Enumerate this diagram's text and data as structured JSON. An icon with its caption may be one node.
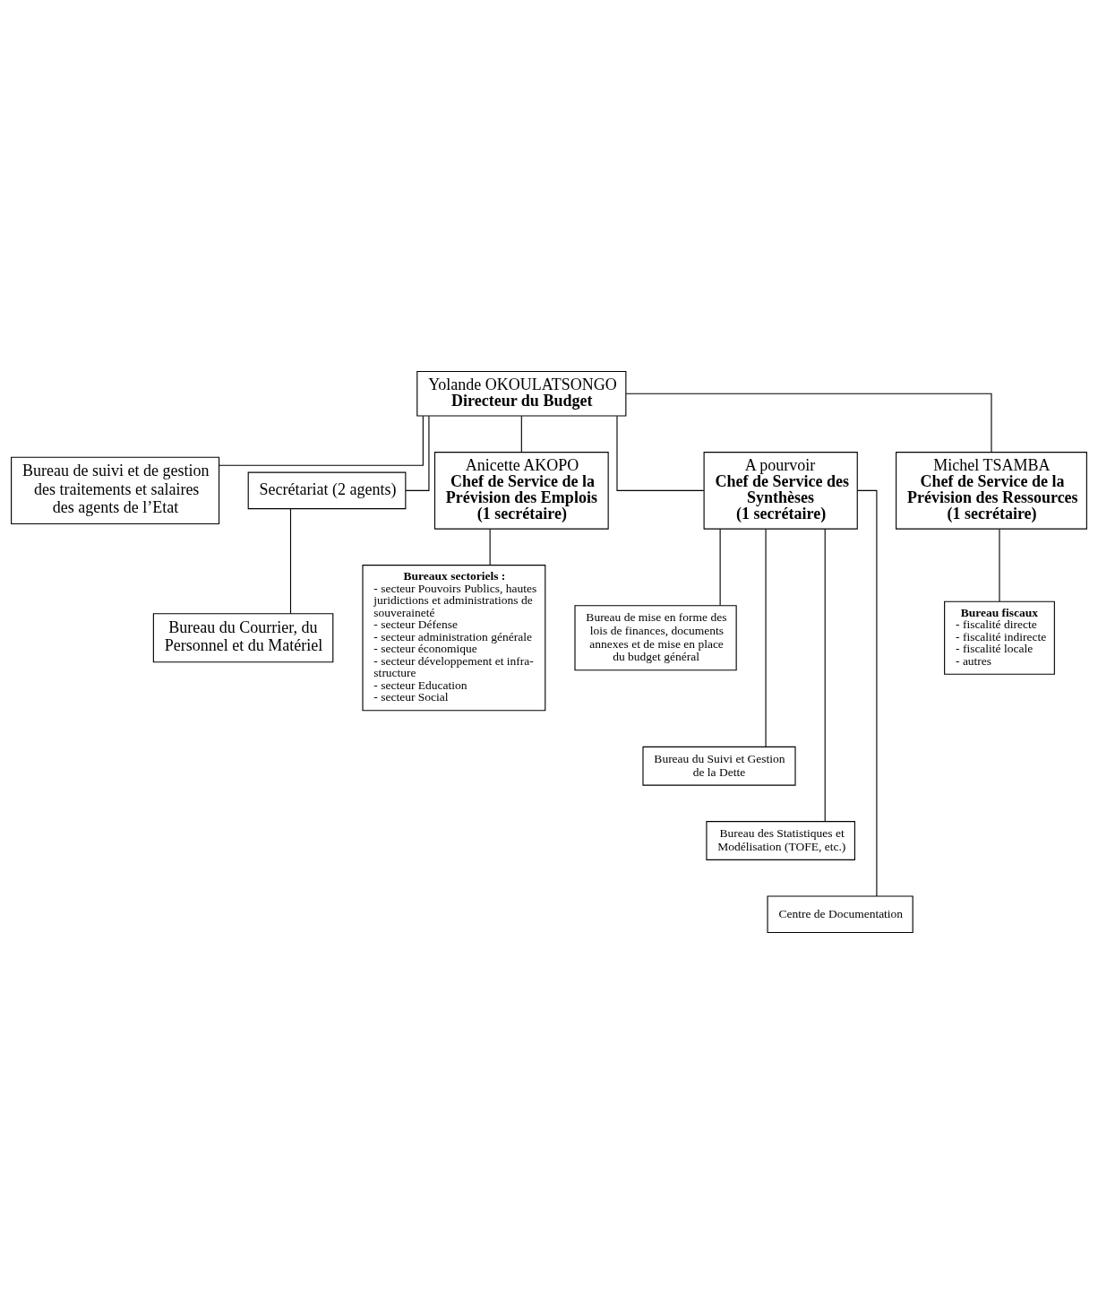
{
  "diagram": {
    "nodes": [
      {
        "text": [
          "Yolande OKOULATSONGO",
          "Directeur du Budget"
        ]
      },
      {
        "text": [
          "Bureau de suivi et de gestion des traitements et salaires des agents de l’Etat"
        ]
      },
      {
        "text": [
          "Secrétariat (2 agents)"
        ]
      },
      {
        "text": [
          "Bureau du Courrier, du Personnel et du Matériel"
        ]
      },
      {
        "text": [
          "Anicette AKOPO",
          "Chef de Service de la Prévision des Emplois",
          "(1 secrétaire)"
        ]
      },
      {
        "text": [
          "A pourvoir",
          "Chef de Service des Synthèses",
          "(1 secrétaire)"
        ]
      },
      {
        "text": [
          "Michel TSAMBA",
          "Chef de Service de la Prévision des Ressources",
          "(1 secrétaire)"
        ]
      },
      {
        "text": [
          "Bureaux sectoriels :",
          "- secteur Pouvoirs Publics, hautes juridictions et administrations de souveraineté",
          "- secteur Défense",
          "- secteur administration générale",
          "- secteur économique",
          "- secteur développement et infra-structure",
          "- secteur Education",
          "- secteur Social"
        ]
      },
      {
        "text": [
          "Bureau de mise en forme des lois de finances, documents annexes et de mise en place du budget général"
        ]
      },
      {
        "text": [
          "Bureau du Suivi et Gestion de la Dette"
        ]
      },
      {
        "text": [
          "Bureau des Statistiques et Modélisation (TOFE, etc.)"
        ]
      },
      {
        "text": [
          "Centre de Documentation"
        ]
      },
      {
        "text": [
          "Bureau fiscaux",
          "- fiscalité directe",
          "- fiscalité indirecte",
          "- fiscalité locale",
          "- autres"
        ]
      }
    ],
    "edges": [
      {
        "from": 0,
        "to": 1,
        "arrow": "none"
      },
      {
        "from": 0,
        "to": 2,
        "arrow": "none"
      },
      {
        "from": 2,
        "to": 3,
        "arrow": "none"
      },
      {
        "from": 0,
        "to": 4,
        "arrow": "none"
      },
      {
        "from": 0,
        "to": 5,
        "arrow": "none"
      },
      {
        "from": 0,
        "to": 6,
        "arrow": "none"
      },
      {
        "from": 4,
        "to": 7,
        "arrow": "none"
      },
      {
        "from": 5,
        "to": 8,
        "arrow": "none"
      },
      {
        "from": 5,
        "to": 9,
        "arrow": "none"
      },
      {
        "from": 5,
        "to": 10,
        "arrow": "none"
      },
      {
        "from": 5,
        "to": 11,
        "arrow": "none"
      },
      {
        "from": 6,
        "to": 12,
        "arrow": "none"
      }
    ]
  }
}
